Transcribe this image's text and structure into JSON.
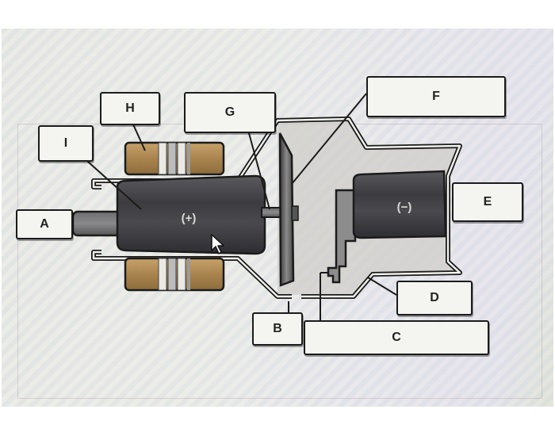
{
  "diagram": {
    "subject": "X-ray tube component labeling",
    "labels": [
      {
        "id": "A",
        "text": "A"
      },
      {
        "id": "B",
        "text": "B"
      },
      {
        "id": "C",
        "text": "C"
      },
      {
        "id": "D",
        "text": "D"
      },
      {
        "id": "E",
        "text": "E"
      },
      {
        "id": "F",
        "text": "F"
      },
      {
        "id": "G",
        "text": "G"
      },
      {
        "id": "H",
        "text": "H"
      },
      {
        "id": "I",
        "text": "I"
      }
    ],
    "anode_symbol": "(+)",
    "cathode_symbol": "(−)"
  },
  "colors": {
    "electrode_dark": "#3a3a3c",
    "coil_tan": "#b08a55",
    "glass_outline": "#1b1b1b",
    "vacuum_fill": "#cfcdca"
  }
}
